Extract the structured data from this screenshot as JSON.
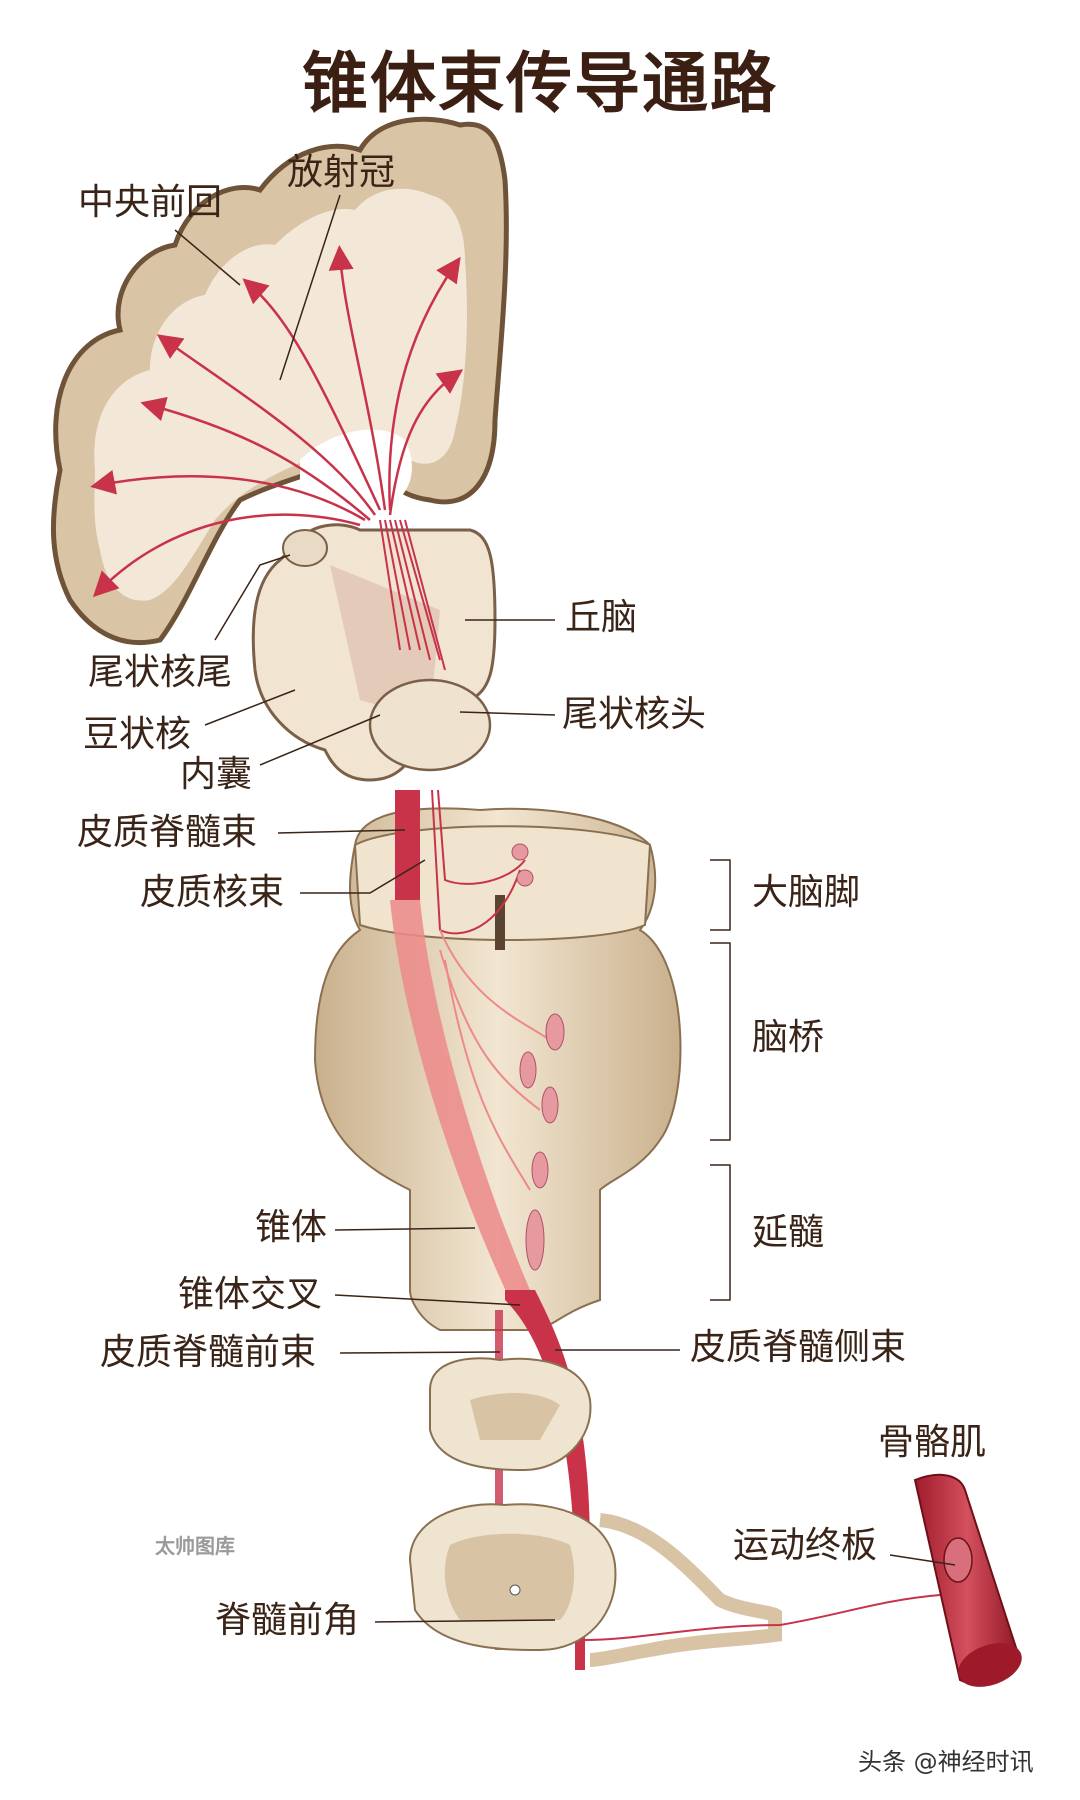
{
  "title": "锥体束传导通路",
  "labels": {
    "precentral_gyrus": "中央前回",
    "corona_radiata": "放射冠",
    "caudate_tail": "尾状核尾",
    "lentiform_nucleus": "豆状核",
    "internal_capsule": "内囊",
    "thalamus": "丘脑",
    "caudate_head": "尾状核头",
    "corticospinal_tract": "皮质脊髓束",
    "corticonuclear_tract": "皮质核束",
    "pyramid": "锥体",
    "pyramidal_decussation": "锥体交叉",
    "anterior_corticospinal_tract": "皮质脊髓前束",
    "lateral_corticospinal_tract": "皮质脊髓侧束",
    "anterior_horn": "脊髓前角",
    "motor_end_plate": "运动终板",
    "skeletal_muscle": "骨骼肌"
  },
  "regions": {
    "cerebral_peduncle": "大脑脚",
    "pons": "脑桥",
    "medulla": "延髓"
  },
  "watermark": "太帅图库",
  "credit": "头条 @神经时讯",
  "colors": {
    "tract_dark": "#c8334a",
    "tract_light": "#ec8a8a",
    "cortex": "#d9c4a6",
    "white_matter": "#f3e8d8",
    "outline": "#7a6048",
    "muscle": "#b82535"
  }
}
